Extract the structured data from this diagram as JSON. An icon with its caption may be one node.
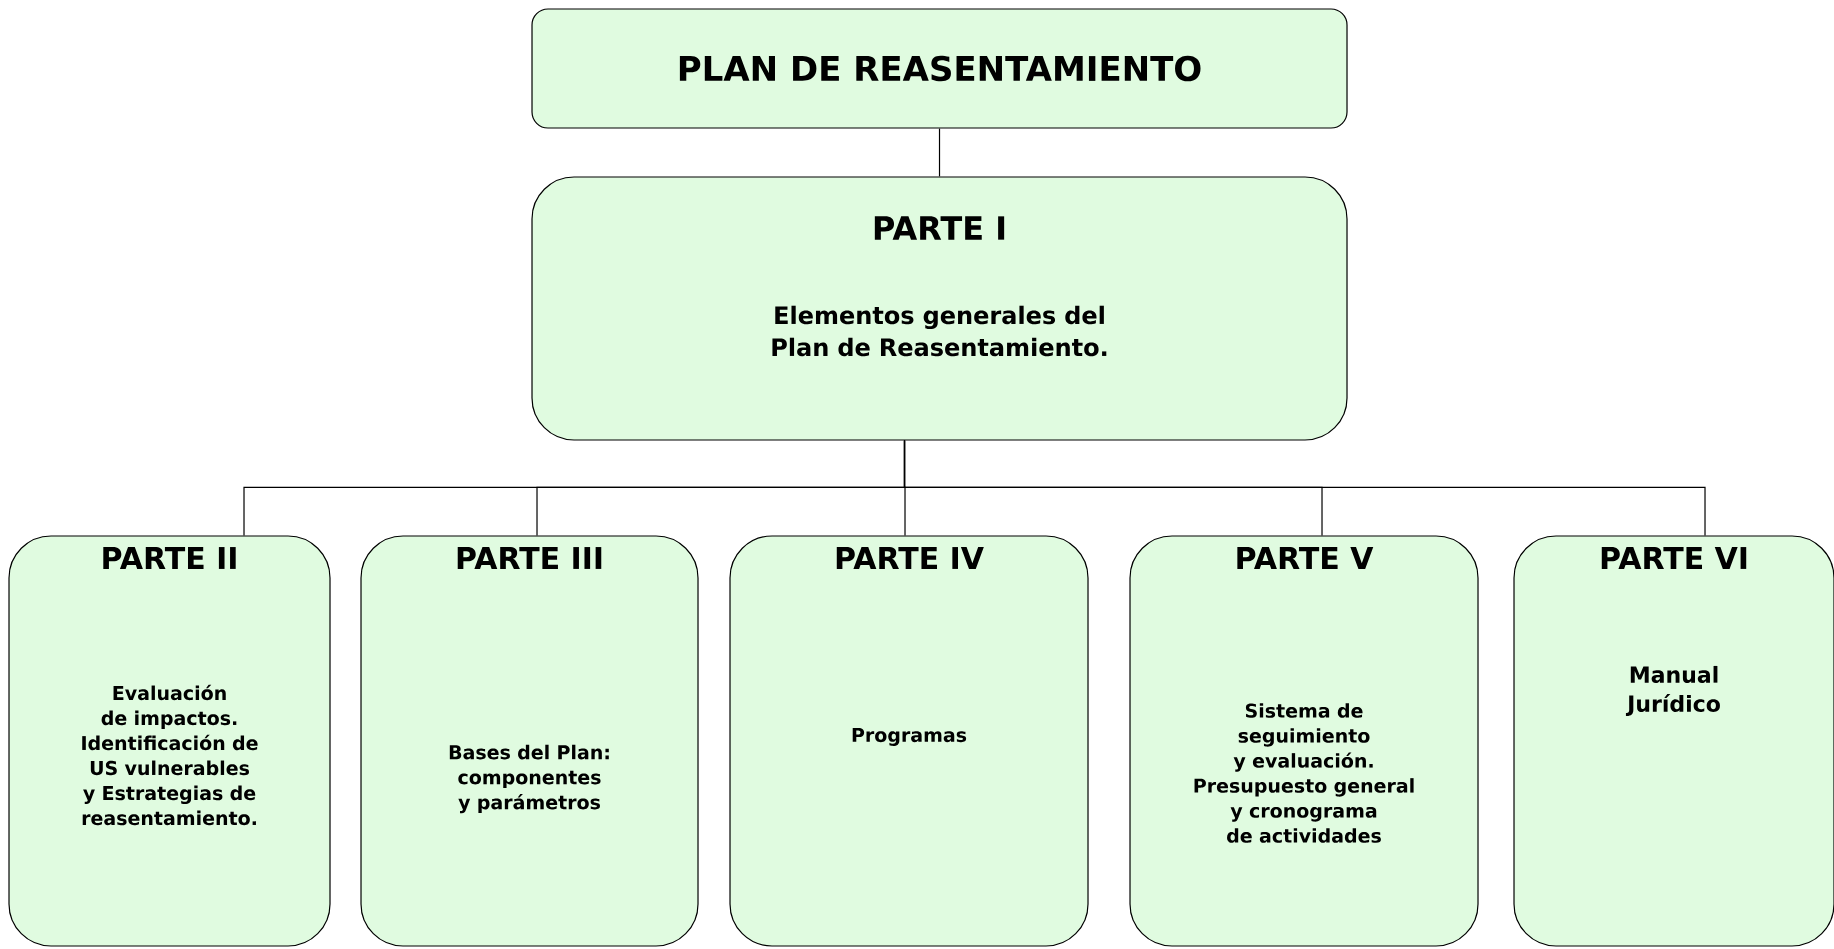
{
  "diagram": {
    "nodes": [
      {
        "text": [
          "PLAN DE REASENTAMIENTO"
        ]
      },
      {
        "text": [
          "PARTE I",
          "Elementos generales del Plan de Reasentamiento."
        ]
      },
      {
        "text": [
          "PARTE II",
          "Evaluación de impactos. Identificación de US vulnerables y Estrategias de reasentamiento."
        ]
      },
      {
        "text": [
          "PARTE III",
          "Bases del Plan: componentes y parámetros"
        ]
      },
      {
        "text": [
          "PARTE IV",
          "Programas"
        ]
      },
      {
        "text": [
          "PARTE V",
          "Sistema de seguimiento y evaluación. Presupuesto general y cronograma de actividades"
        ]
      },
      {
        "text": [
          "PARTE VI",
          "Manual Jurídico"
        ]
      }
    ],
    "edges": [
      {
        "from": 0,
        "to": 1,
        "arrow": "none"
      },
      {
        "from": 1,
        "to": 2,
        "arrow": "none"
      },
      {
        "from": 1,
        "to": 3,
        "arrow": "none"
      },
      {
        "from": 1,
        "to": 4,
        "arrow": "none"
      },
      {
        "from": 1,
        "to": 5,
        "arrow": "none"
      },
      {
        "from": 1,
        "to": 6,
        "arrow": "none"
      }
    ]
  }
}
